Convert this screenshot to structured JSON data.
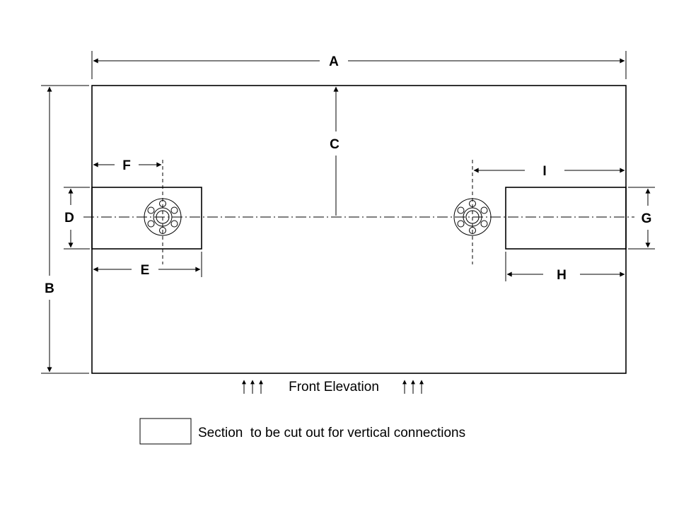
{
  "drawing": {
    "caption": "Front Elevation",
    "legend_text": "Section  to be cut out for vertical connections"
  },
  "dims": {
    "A": "A",
    "B": "B",
    "C": "C",
    "D": "D",
    "E": "E",
    "F": "F",
    "G": "G",
    "H": "H",
    "I": "I"
  },
  "colors": {
    "cutout_fill": "#d6d6d6",
    "line": "#000000",
    "background": "#ffffff"
  }
}
